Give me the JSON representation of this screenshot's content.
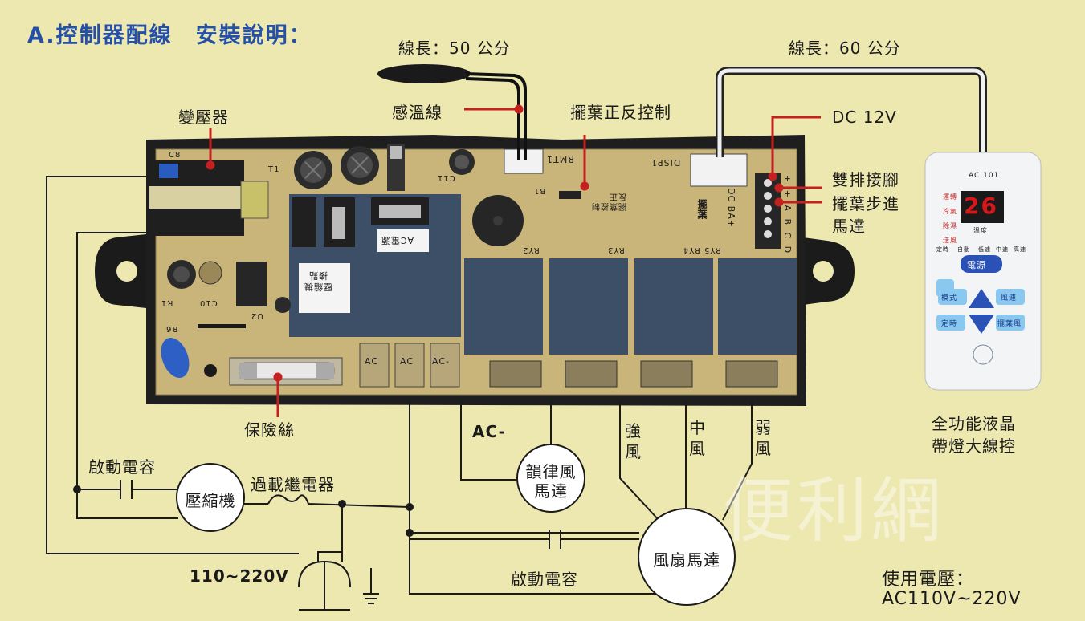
{
  "title": "A.控制器配線　安裝說明：",
  "wire_length_sensor": "線長：50 公分",
  "wire_length_remote": "線長：60 公分",
  "labels": {
    "transformer": "變壓器",
    "temp_sensor": "感溫線",
    "swing_control": "擺葉正反控制",
    "dc12v": "DC 12V",
    "double_header_line1": "雙排接腳",
    "stepper_line1": "擺葉步進",
    "stepper_line2": "馬達",
    "fuse": "保險絲",
    "start_cap_top": "啟動電容",
    "overload_relay": "過載繼電器",
    "voltage_in": "110~220V",
    "start_cap_bottom": "啟動電容",
    "ac_minus": "AC-",
    "strong_wind": "強\n風",
    "medium_wind": "中\n風",
    "weak_wind": "弱\n風",
    "remote_caption_line1": "全功能液晶",
    "remote_caption_line2": "帶燈大線控",
    "usage_voltage_label": "使用電壓：",
    "usage_voltage_value": "AC110V~220V",
    "compressor": "壓縮機",
    "rhythm_motor": "韻律風\n馬達",
    "fan_motor": "風扇馬達"
  },
  "board": {
    "silk_rmt": "RMT1",
    "silk_disp": "DISP1",
    "silk_c8": "C8",
    "silk_t1": "T1",
    "silk_c11": "C11",
    "silk_c10": "C10",
    "silk_r1": "R1",
    "silk_u2": "U2",
    "silk_r6": "R6",
    "silk_b1": "B1",
    "silk_swing": "擺葉",
    "silk_dc": "DC BA+",
    "silk_abcd": "+ + A B C D",
    "relay_labels": [
      "RY2",
      "RY3",
      "RY4",
      "RY5"
    ],
    "ac_power_label": "AC電源",
    "comp_contact_line1": "壓縮機",
    "comp_contact_line2": "接點",
    "term_labels": [
      "AC",
      "AC",
      "AC-"
    ],
    "swing_silk": "擺葉控制\n反正"
  },
  "remote": {
    "model": "AC 101",
    "display": "26",
    "button_power": "電源",
    "button_mode": "模式",
    "button_fan": "風速",
    "button_timer": "定時",
    "button_swing": "擺葉風",
    "side_labels": [
      "運轉",
      "冷氣",
      "除濕",
      "送風"
    ],
    "bottom_labels": [
      "定時",
      "自動",
      "低速",
      "中速",
      "高速"
    ],
    "temp_label": "溫度"
  },
  "watermark": "便利網",
  "colors": {
    "background": "#ede8b0",
    "title": "#2650a8",
    "board": "#c9b57a",
    "relay": "#3d4f66",
    "leader": "#c42020",
    "remote_body": "#f3f4f6",
    "remote_display": "#d81818"
  }
}
